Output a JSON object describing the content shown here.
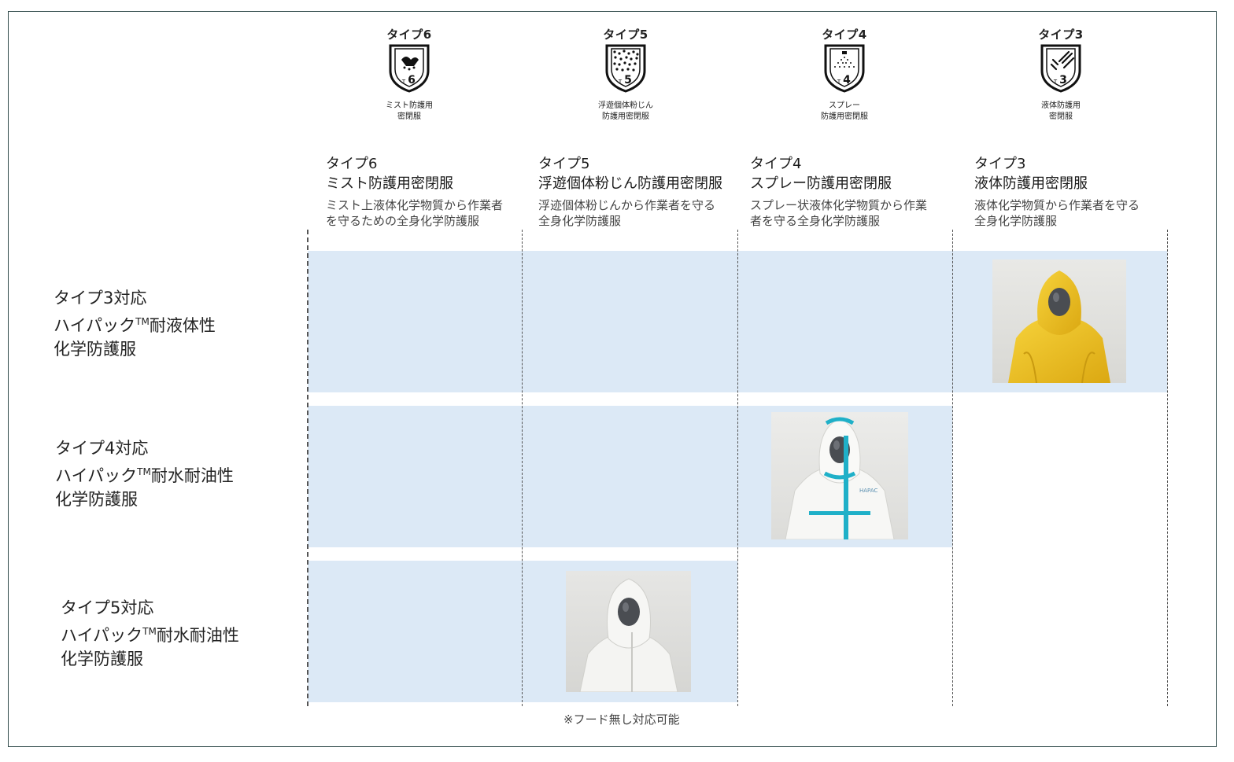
{
  "icons": [
    {
      "label": "タイプ6",
      "code": "6",
      "sub1": "ミスト防護用",
      "sub2": "密閉服",
      "symbol": "mist"
    },
    {
      "label": "タイプ5",
      "code": "5",
      "sub1": "浮遊個体粉じん",
      "sub2": "防護用密閉服",
      "symbol": "particles"
    },
    {
      "label": "タイプ4",
      "code": "4",
      "sub1": "スプレー",
      "sub2": "防護用密閉服",
      "symbol": "spray"
    },
    {
      "label": "タイプ3",
      "code": "3",
      "sub1": "液体防護用",
      "sub2": "密閉服",
      "symbol": "jet"
    }
  ],
  "types": [
    {
      "line1": "タイプ6",
      "line2": "ミスト防護用密閉服",
      "desc1": "ミスト上液体化学物質から作業者",
      "desc2": "を守るための全身化学防護服"
    },
    {
      "line1": "タイプ5",
      "line2": "浮遊個体粉じん防護用密閉服",
      "desc1": "浮迹個体粉じんから作業者を守る",
      "desc2": "全身化学防護服"
    },
    {
      "line1": "タイプ4",
      "line2": "スプレー防護用密閉服",
      "desc1": "スプレー状液体化学物質から作業",
      "desc2": "者を守る全身化学防護服"
    },
    {
      "line1": "タイプ3",
      "line2": "液体防護用密閉服",
      "desc1": "液体化学物質から作業者を守る",
      "desc2": "全身化学防護服"
    }
  ],
  "rows": [
    {
      "line1": "タイプ3対応",
      "line2a": "ハイパック",
      "tm": "TM",
      "line2b": "耐液体性",
      "line3": "化学防護服"
    },
    {
      "line1": "タイプ4対応",
      "line2a": "ハイパック",
      "tm": "TM",
      "line2b": "耐水耐油性",
      "line3": "化学防護服"
    },
    {
      "line1": "タイプ5対応",
      "line2a": "ハイパック",
      "tm": "TM",
      "line2b": "耐水耐油性",
      "line3": "化学防護服"
    }
  ],
  "note": "※フード無し対応可能",
  "colors": {
    "band": "#dce9f6",
    "frame": "#2f4a4a",
    "yellow_suit": "#f0c020",
    "teal_tape": "#1fb0c8"
  }
}
